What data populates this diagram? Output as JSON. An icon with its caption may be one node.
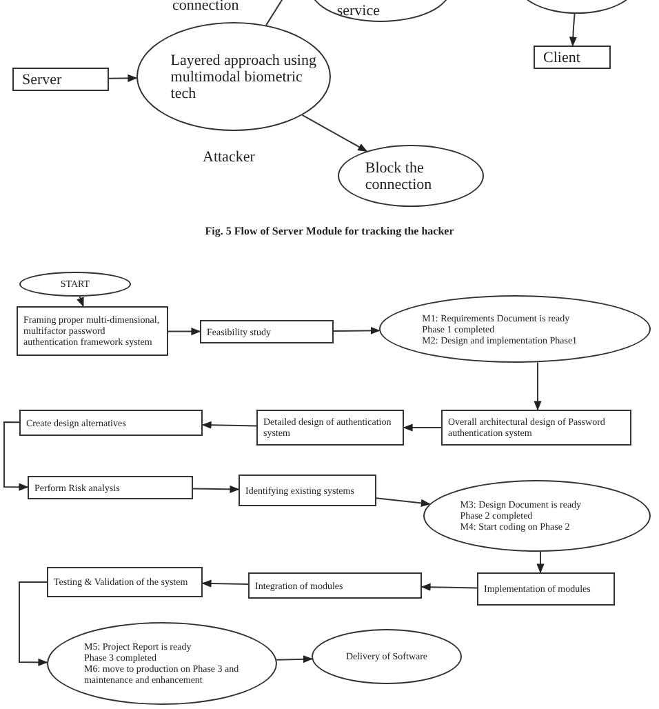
{
  "diagram": {
    "caption": "Fig. 5 Flow of Server Module for tracking the hacker",
    "nodes": [
      {
        "text": [
          "service"
        ]
      },
      {
        "text": [],
        "shape": "ellipse"
      },
      {
        "text": [
          "Client"
        ]
      },
      {
        "text": [
          "Server"
        ]
      },
      {
        "text": [
          "Layered approach using multimodal biometric tech"
        ]
      },
      {
        "text": [
          "Block the connection"
        ]
      },
      {
        "text": [
          "START"
        ]
      },
      {
        "text": [
          "Framing proper multi-dimensional, multifactor password authentication framework system"
        ]
      },
      {
        "text": [
          "Feasibility study"
        ]
      },
      {
        "text": [
          "M1: Requirements Document is ready",
          "Phase 1 completed",
          "M2: Design and implementation Phase1"
        ]
      },
      {
        "text": [
          "Overall architectural design of Password authentication system"
        ]
      },
      {
        "text": [
          "Detailed design of authentication system"
        ]
      },
      {
        "text": [
          "Create design alternatives"
        ]
      },
      {
        "text": [
          "Perform Risk analysis"
        ]
      },
      {
        "text": [
          "Identifying existing systems"
        ]
      },
      {
        "text": [
          "M3: Design Document is ready",
          "Phase 2 completed",
          "M4: Start coding on Phase 2"
        ]
      },
      {
        "text": [
          "Implementation of modules"
        ]
      },
      {
        "text": [
          "Integration of modules"
        ]
      },
      {
        "text": [
          "Testing & Validation of the system"
        ]
      },
      {
        "text": [
          "M5: Project Report is ready",
          "Phase 3 completed",
          "M6: move to production on Phase 3 and maintenance and enhancement"
        ]
      },
      {
        "text": [
          "Delivery of Software"
        ]
      }
    ],
    "edges": [
      {
        "from": 4,
        "to": null,
        "arrow": "none",
        "label": "connection"
      },
      {
        "from": 1,
        "to": 2,
        "arrow": "to"
      },
      {
        "from": 3,
        "to": 4,
        "arrow": "to"
      },
      {
        "from": 4,
        "to": 5,
        "arrow": "to",
        "label": "Attacker"
      },
      {
        "from": 6,
        "to": 7,
        "arrow": "to"
      },
      {
        "from": 7,
        "to": 8,
        "arrow": "to"
      },
      {
        "from": 8,
        "to": 9,
        "arrow": "to"
      },
      {
        "from": 9,
        "to": 10,
        "arrow": "to"
      },
      {
        "from": 10,
        "to": 11,
        "arrow": "to"
      },
      {
        "from": 11,
        "to": 12,
        "arrow": "to"
      },
      {
        "from": 12,
        "to": 13,
        "arrow": "to"
      },
      {
        "from": 13,
        "to": 14,
        "arrow": "to"
      },
      {
        "from": 14,
        "to": 15,
        "arrow": "to"
      },
      {
        "from": 15,
        "to": 16,
        "arrow": "to"
      },
      {
        "from": 16,
        "to": 17,
        "arrow": "to"
      },
      {
        "from": 17,
        "to": 18,
        "arrow": "to"
      },
      {
        "from": 18,
        "to": 19,
        "arrow": "to"
      },
      {
        "from": 19,
        "to": 20,
        "arrow": "to"
      }
    ]
  }
}
